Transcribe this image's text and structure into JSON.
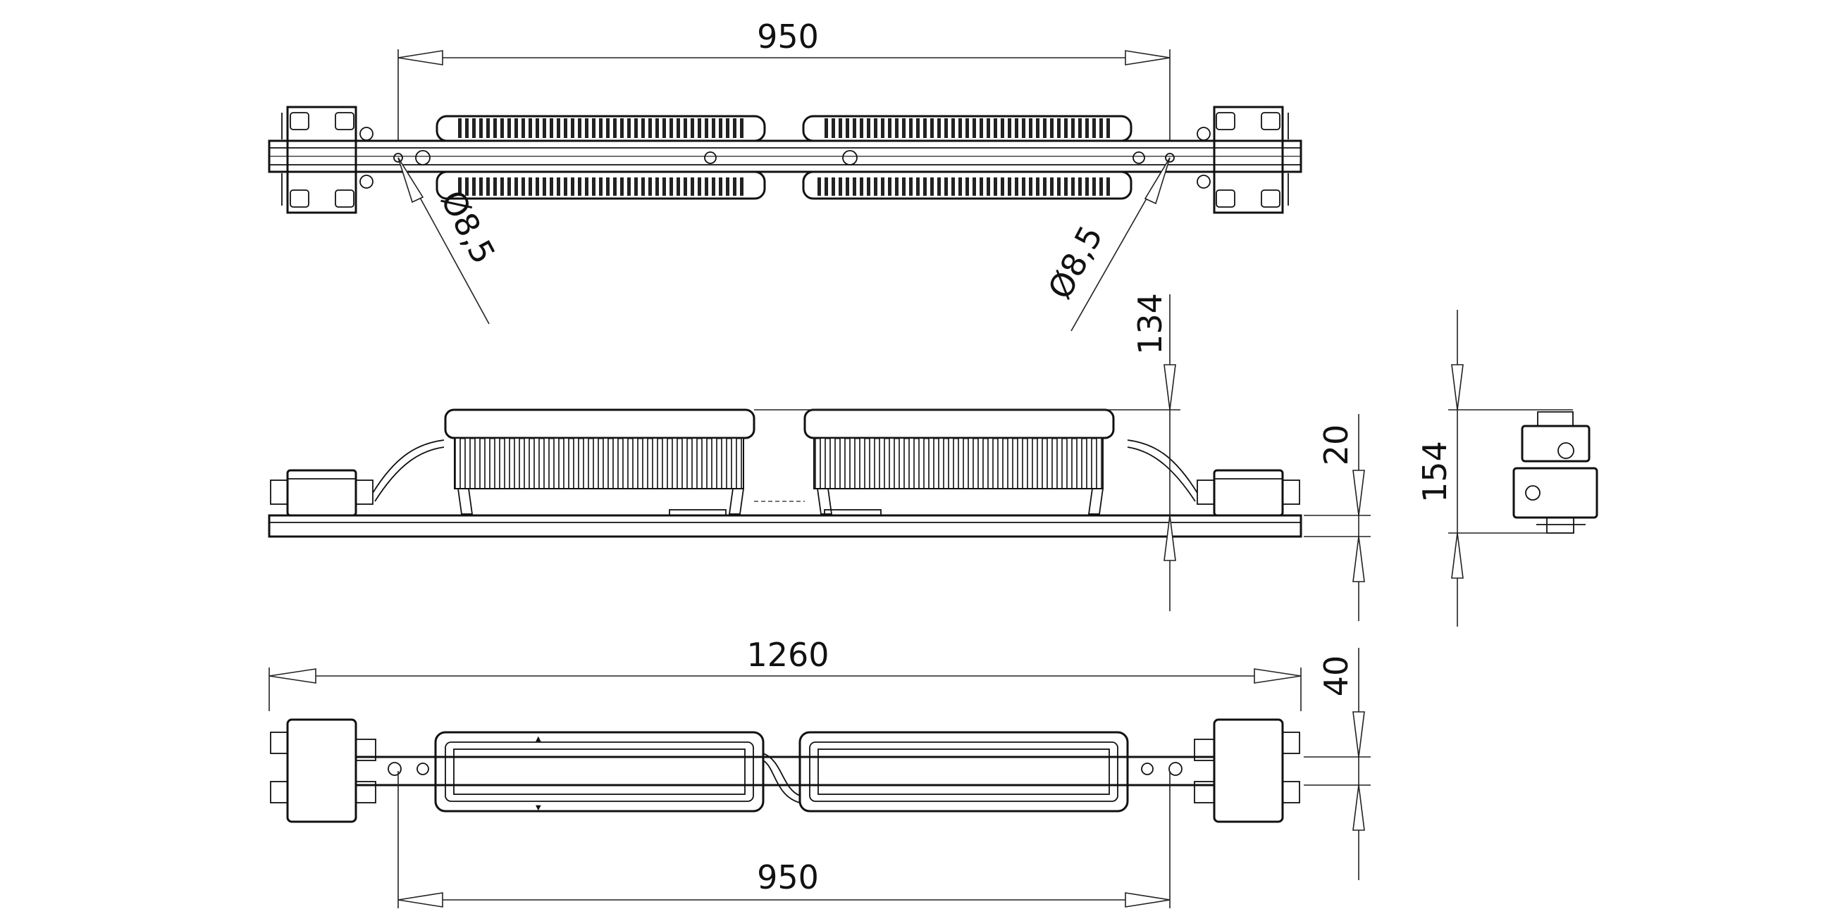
{
  "dimensions": {
    "top_span": "950",
    "hole_left": "Ø8,5",
    "hole_right": "Ø8,5",
    "overall_height": "134",
    "base_thickness": "20",
    "end_height": "154",
    "overall_length": "1260",
    "bracket_width": "40",
    "bottom_span": "950"
  },
  "colors": {
    "line": "#111111",
    "background": "#ffffff"
  }
}
